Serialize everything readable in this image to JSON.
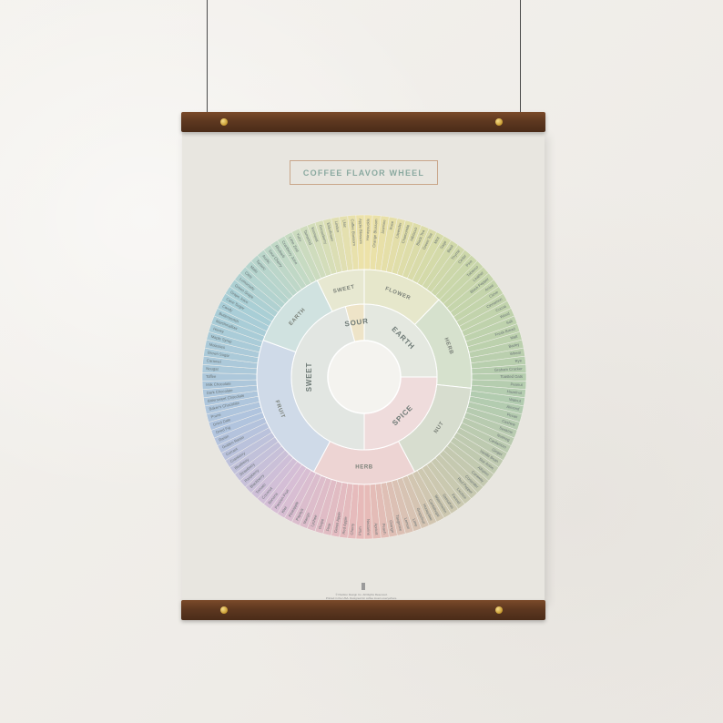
{
  "poster": {
    "title": "COFFEE FLAVOR WHEEL"
  },
  "wheel": {
    "inner": [
      {
        "label": "SWEET"
      },
      {
        "label": "SOUR"
      },
      {
        "label": "EARTH"
      },
      {
        "label": "SPICE"
      }
    ],
    "middle": [
      {
        "label": "SWEET"
      },
      {
        "label": "FLOWER"
      },
      {
        "label": "HERB"
      },
      {
        "label": "NUT"
      },
      {
        "label": "HERB"
      },
      {
        "label": "FRUIT"
      },
      {
        "label": "EARTH"
      }
    ],
    "outer_labels": [
      "Honeysuckle",
      "Orange Blossom",
      "Jasmine",
      "Rose",
      "Lavender",
      "Chamomile",
      "Hibiscus",
      "Black Tea",
      "Green Tea",
      "Mint",
      "Sage",
      "Basil",
      "Thyme",
      "Cedar",
      "Pine",
      "Tobacco",
      "Leather",
      "Black Pepper",
      "Anise",
      "Clove",
      "Cinnamon",
      "Cocoa",
      "Wood",
      "Salt",
      "Fresh Bread",
      "Malt",
      "Barley",
      "Wheat",
      "Rye",
      "Graham Cracker",
      "Toasted Oats",
      "Peanut",
      "Hazelnut",
      "Walnut",
      "Almond",
      "Pecan",
      "Cashew",
      "Sesame",
      "Nutmeg",
      "Cardamom",
      "Ginger",
      "Vanilla Bean",
      "Star Anise",
      "Allspice",
      "Caraway",
      "Coriander",
      "Red Pepper",
      "Licorice",
      "Fennel",
      "Sassafras",
      "Watermelon",
      "Cantaloupe",
      "Honeydew",
      "Grapefruit",
      "Lime",
      "Lemon",
      "Tangerine",
      "Orange",
      "Peach",
      "Apricot",
      "Nectarine",
      "Plum",
      "Cherry",
      "Red Apple",
      "Green Apple",
      "Pear",
      "Grape",
      "Lychee",
      "Mango",
      "Papaya",
      "Pineapple",
      "Kiwi",
      "Passion Fruit",
      "Banana",
      "Coconut",
      "Tomato",
      "Blackberry",
      "Raspberry",
      "Strawberry",
      "Blueberry",
      "Cranberry",
      "Currant",
      "Golden Raisin",
      "Raisin",
      "Dried Fig",
      "Dried Date",
      "Prune",
      "Baker's Chocolate",
      "Bittersweet Chocolate",
      "Dark Chocolate",
      "Milk Chocolate",
      "Toffee",
      "Nougat",
      "Caramel",
      "Brown Sugar",
      "Molasses",
      "Maple Syrup",
      "Honey",
      "Marshmallow",
      "Butterscotch",
      "Candy",
      "Cane Sugar",
      "Grape Juice",
      "Green Grape",
      "Lemonade",
      "Citric",
      "Malic",
      "Tartaric",
      "Acetic",
      "Sour Cherry",
      "Rhubarb",
      "Cranberry Juice",
      "Lime Zest",
      "Yuzu",
      "Tamarind",
      "Kumquat",
      "Gooseberry",
      "Elderflower",
      "Linden",
      "Lilac",
      "Coffee Blossom",
      "Apple Blossom"
    ]
  },
  "footer": {
    "line1": "© Pavilion Design Co. All Rights Reserved.",
    "line2": "Printed in the USA. Designed for coffee lovers everywhere."
  },
  "colors": {
    "wall": "#f2f0ec",
    "paper": "#e8e6e0",
    "wood": "#5e3820",
    "brass": "#c79a2e",
    "title_border": "#c9a68a",
    "title_text": "#8aa9a0"
  }
}
